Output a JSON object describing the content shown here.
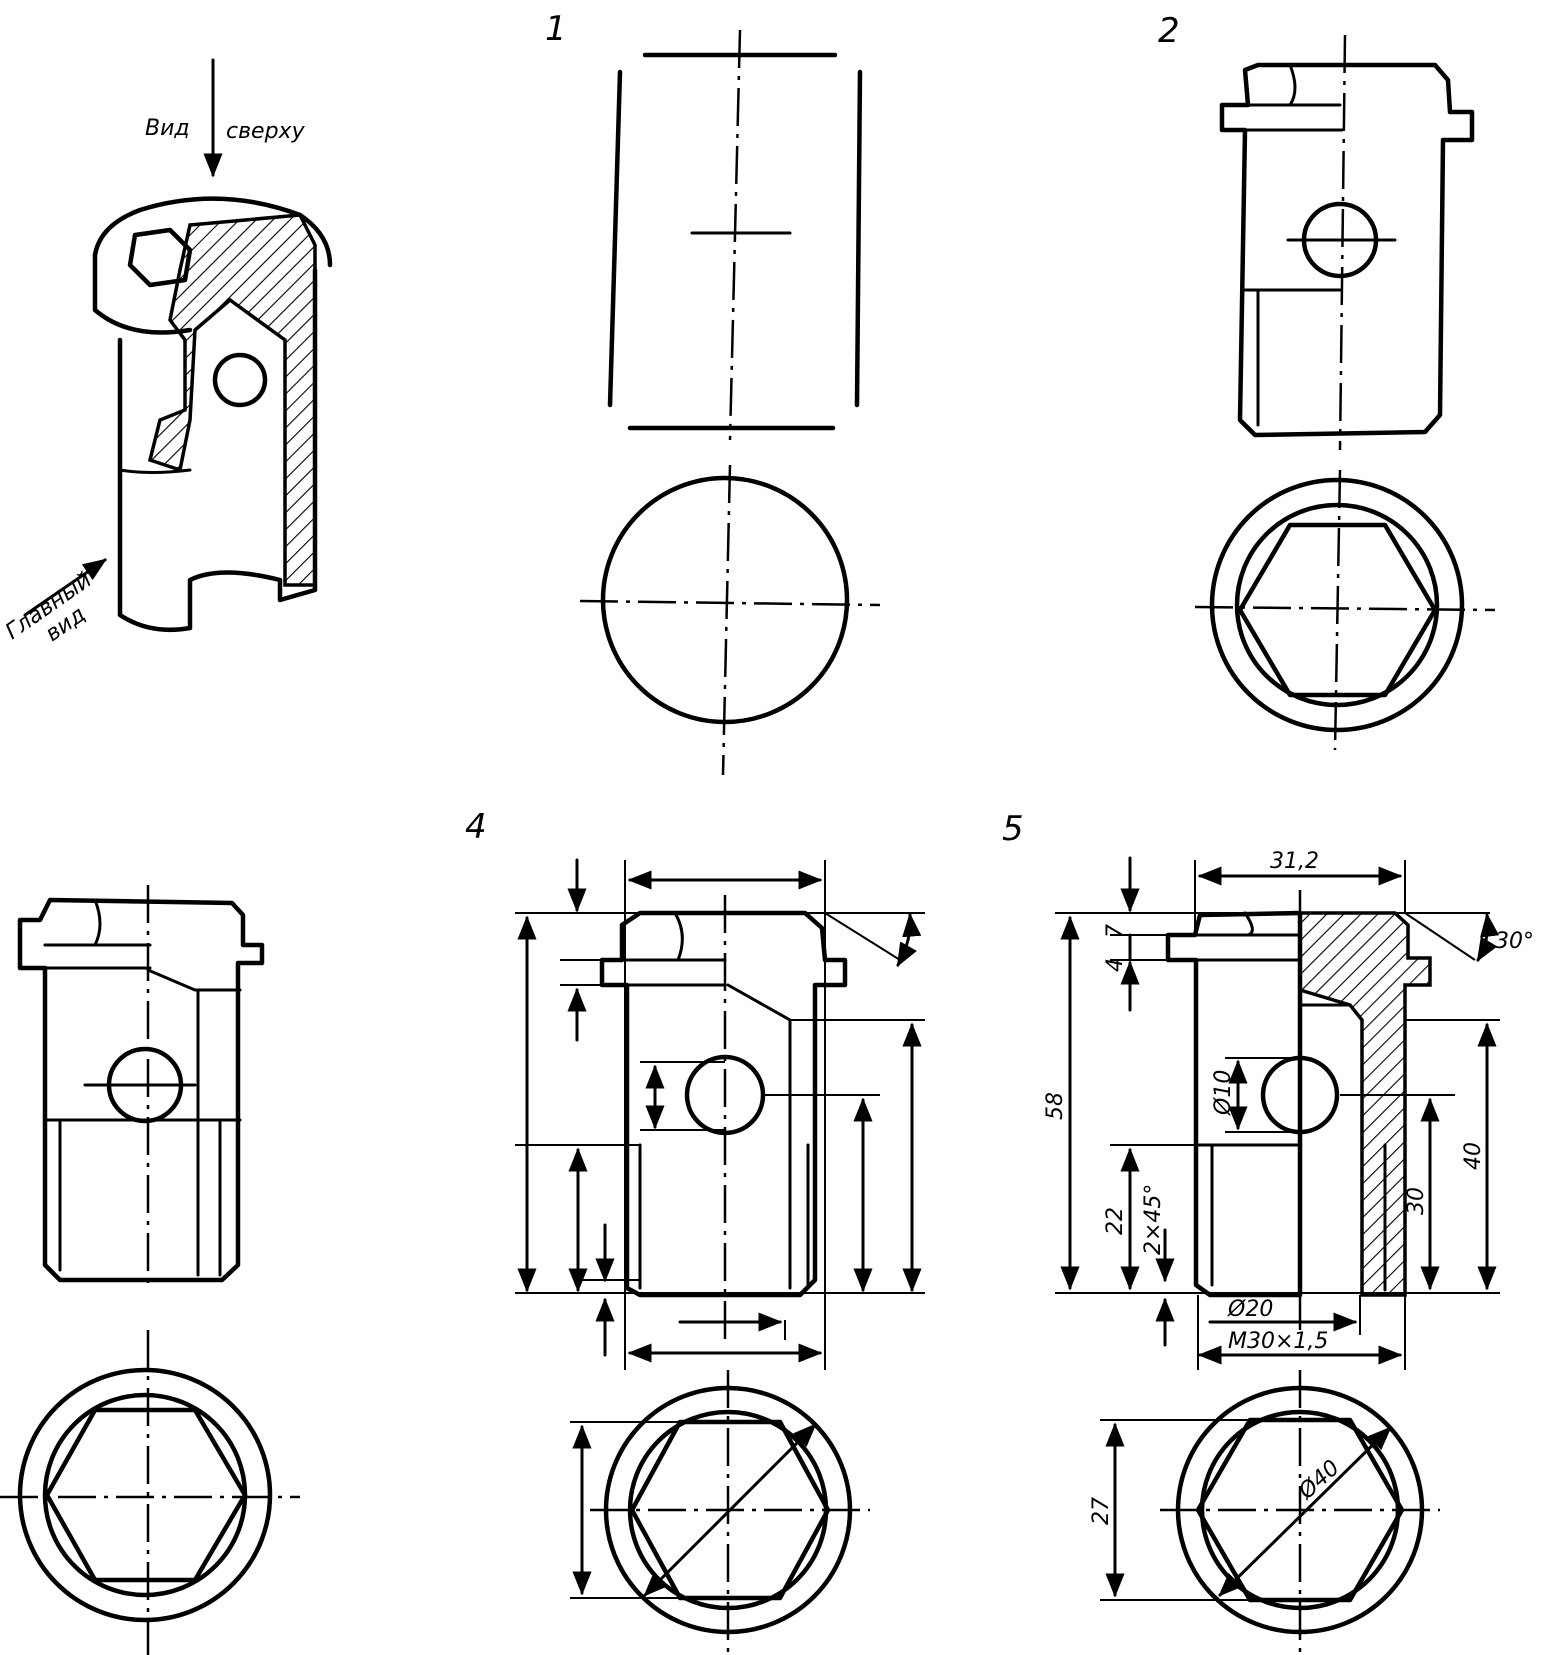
{
  "iso_view": {
    "top_view_label": [
      "Вид",
      "сверху"
    ],
    "main_view_label": [
      "Главный",
      "вид"
    ]
  },
  "step_labels": [
    "1",
    "2",
    "4",
    "5"
  ],
  "dimensions": {
    "width_top": "31,2",
    "height_7": "7",
    "height_4": "4",
    "angle": "30°",
    "total_height": "58",
    "hole_dia": "Ø10",
    "height_22": "22",
    "chamfer": "2×45°",
    "inner_dia": "Ø20",
    "thread": "M30×1,5",
    "height_30": "30",
    "height_40": "40",
    "hex_across_flats": "27",
    "collar_dia": "Ø40"
  },
  "colors": {
    "ink": "#000000",
    "paper": "#ffffff"
  }
}
